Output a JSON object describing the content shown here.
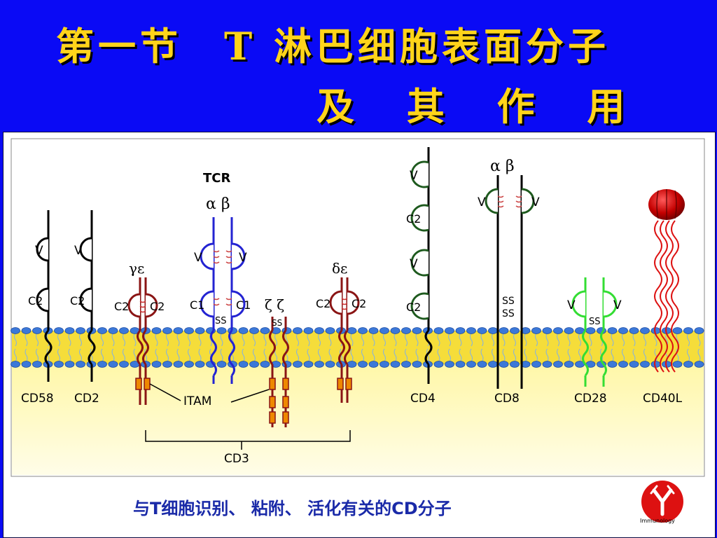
{
  "title": {
    "line1": "第一节　T 淋巴细胞表面分子",
    "line2": "及 其 作 用"
  },
  "colors": {
    "slide_bg": "#0a0af5",
    "title": "#ffd41a",
    "membrane": "#f5dd3a",
    "lipid_head": "#3b78d8",
    "tcr": "#2323d2",
    "cd3": "#8a1414",
    "cd4": "#1e5a1e",
    "cd28": "#33dd33",
    "cd40l": "#dd1111",
    "itam": "#ee8800"
  },
  "diagram": {
    "tcr_label": "TCR",
    "tcr_chains": "α β",
    "cd3_gamma_epsilon": "γε",
    "cd3_delta_epsilon": "δε",
    "zeta_zeta": "ζ ζ",
    "cd8_chains": "α  β",
    "itam_label": "ITAM",
    "cd3_label": "CD3",
    "domains": {
      "v": "V",
      "c1": "C1",
      "c2": "C2",
      "ss": "SS"
    },
    "molecules": {
      "cd58": "CD58",
      "cd2": "CD2",
      "cd4": "CD4",
      "cd8": "CD8",
      "cd28": "CD28",
      "cd40l": "CD40L"
    },
    "caption": "与T细胞识别、 粘附、 活化有关的CD分子",
    "logo_text": "Immunology"
  }
}
